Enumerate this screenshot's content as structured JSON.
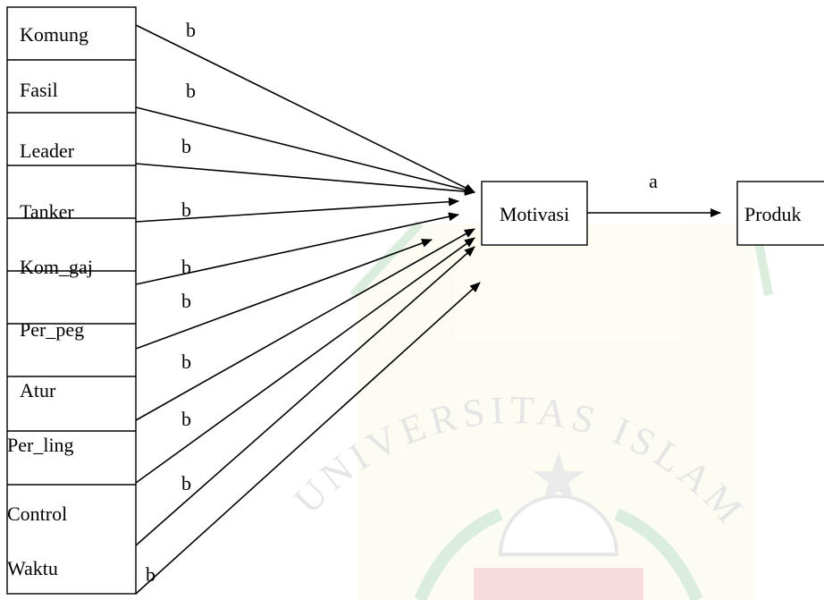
{
  "diagram": {
    "left_boxes": [
      {
        "id": "komung",
        "label": "Komung",
        "edge_label": "b"
      },
      {
        "id": "fasil",
        "label": "Fasil",
        "edge_label": "b"
      },
      {
        "id": "leader",
        "label": "Leader",
        "edge_label": "b"
      },
      {
        "id": "tanker",
        "label": "Tanker",
        "edge_label": "b"
      },
      {
        "id": "kom-gaj",
        "label": "Kom_gaj",
        "edge_label": "b"
      },
      {
        "id": "per-peg",
        "label": "Per_peg",
        "edge_label": "b"
      },
      {
        "id": "atur",
        "label": "Atur",
        "edge_label": "b"
      },
      {
        "id": "per-ling",
        "label": "Per_ling",
        "edge_label": "b"
      },
      {
        "id": "control",
        "label": "Control",
        "edge_label": "b"
      },
      {
        "id": "waktu",
        "label": "Waktu",
        "edge_label": "b"
      }
    ],
    "middle_box": {
      "label": "Motivasi"
    },
    "right_box": {
      "label": "Produk"
    },
    "middle_to_right_label": "a"
  },
  "watermark": {
    "text": "UNIVERSITAS ISLAM",
    "colors": {
      "green": "#2e9a3a",
      "yellow": "#f2d84a",
      "red": "#d9323a"
    }
  }
}
